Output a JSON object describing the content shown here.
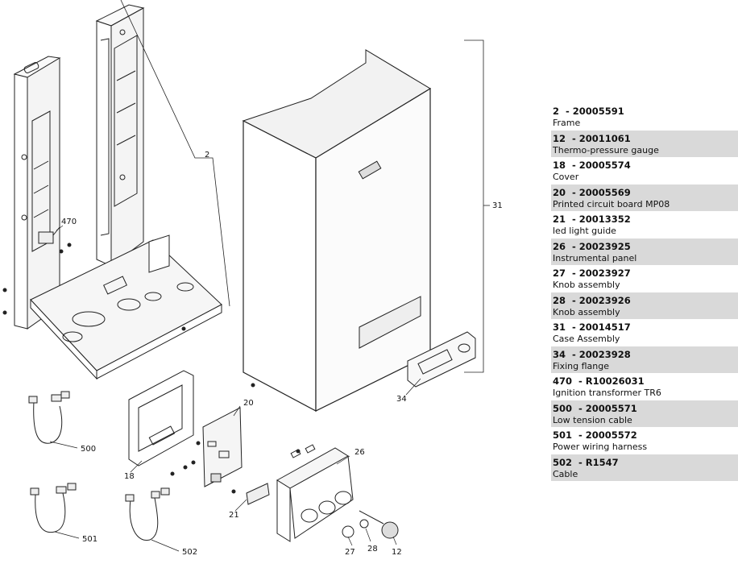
{
  "callouts": [
    "2",
    "470",
    "31",
    "34",
    "20",
    "26",
    "18",
    "21",
    "27",
    "28",
    "12",
    "500",
    "501",
    "502"
  ],
  "parts": [
    {
      "id": "2",
      "code": "20005591",
      "desc": "Frame",
      "shaded": false
    },
    {
      "id": "12",
      "code": "20011061",
      "desc": "Thermo-pressure gauge",
      "shaded": true
    },
    {
      "id": "18",
      "code": "20005574",
      "desc": "Cover",
      "shaded": false
    },
    {
      "id": "20",
      "code": "20005569",
      "desc": "Printed circuit board MP08",
      "shaded": true
    },
    {
      "id": "21",
      "code": "20013352",
      "desc": "led light guide",
      "shaded": false
    },
    {
      "id": "26",
      "code": "20023925",
      "desc": "Instrumental panel",
      "shaded": true
    },
    {
      "id": "27",
      "code": "20023927",
      "desc": "Knob assembly",
      "shaded": false
    },
    {
      "id": "28",
      "code": "20023926",
      "desc": "Knob assembly",
      "shaded": true
    },
    {
      "id": "31",
      "code": "20014517",
      "desc": "Case Assembly",
      "shaded": false
    },
    {
      "id": "34",
      "code": "20023928",
      "desc": "Fixing flange",
      "shaded": true
    },
    {
      "id": "470",
      "code": "R10026031",
      "desc": "Ignition transformer TR6",
      "shaded": false
    },
    {
      "id": "500",
      "code": "20005571",
      "desc": "Low tension cable",
      "shaded": true
    },
    {
      "id": "501",
      "code": "20005572",
      "desc": "Power wiring harness",
      "shaded": false
    },
    {
      "id": "502",
      "code": "R1547",
      "desc": "Cable",
      "shaded": true
    }
  ]
}
